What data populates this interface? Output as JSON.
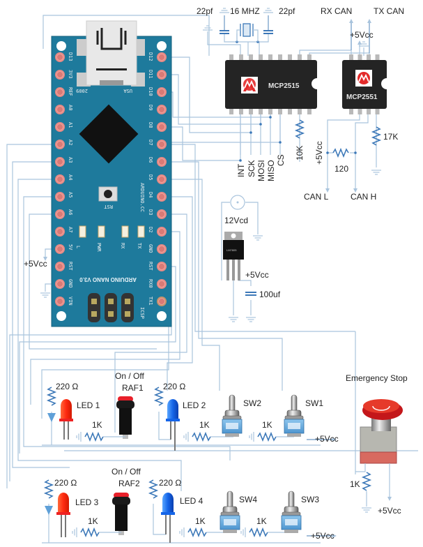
{
  "title": "Arduino Nano CAN bus control panel schematic",
  "arduino": {
    "name": "ARDUINO NANO V3.0",
    "brand_text": "ARDUINO.CC",
    "usb_text": "USA",
    "year_text": "2009",
    "rst_label": "RST",
    "icsp_label": "ICSP",
    "led_labels": [
      "L",
      "PWR",
      "RX",
      "TX"
    ],
    "left_pins": [
      "D13",
      "3V3",
      "REF",
      "A0",
      "A1",
      "A2",
      "A3",
      "A4",
      "A5",
      "A6",
      "A7",
      "5V",
      "RST",
      "GND",
      "VIN"
    ],
    "right_pins": [
      "D12",
      "D11",
      "D10",
      "D9",
      "D8",
      "D7",
      "D6",
      "D5",
      "D4",
      "D3",
      "D2",
      "GND",
      "RST",
      "RX0",
      "TX1"
    ],
    "board_color": "#1e7a9c",
    "pin_color": "#e88a85"
  },
  "oscillator": {
    "cap_left": "22pf",
    "crystal": "16 MHZ",
    "cap_right": "22pf"
  },
  "can_controller": {
    "chip": "MCP2515",
    "signals": [
      "INT",
      "SCK",
      "MOSI",
      "MISO",
      "CS"
    ],
    "pullup": "10K",
    "vcc": "+5Vcc"
  },
  "can_transceiver": {
    "chip": "MCP2551",
    "rx": "RX CAN",
    "tx": "TX CAN",
    "vcc": "+5Vcc",
    "termination": "120",
    "slope_resistor": "17K",
    "can_l": "CAN L",
    "can_h": "CAN H"
  },
  "power": {
    "input": "12Vcd",
    "regulator": "LM7805",
    "output": "+5Vcc",
    "capacitor": "100uf",
    "arduino_5v_label": "+5Vcc"
  },
  "row1": {
    "led1": {
      "res": "220 Ω",
      "label": "LED 1",
      "color": "red"
    },
    "button": {
      "title": "On / Off",
      "name": "RAF1",
      "pulldown": "1K"
    },
    "led2": {
      "res": "220 Ω",
      "label": "LED 2",
      "color": "blue"
    },
    "sw2": {
      "label": "SW2",
      "pulldown": "1K"
    },
    "sw1": {
      "label": "SW1",
      "pulldown": "1K"
    },
    "vcc": "+5Vcc"
  },
  "row2": {
    "led3": {
      "res": "220 Ω",
      "label": "LED 3",
      "color": "red"
    },
    "button": {
      "title": "On / Off",
      "name": "RAF2",
      "pulldown": "1K"
    },
    "led4": {
      "res": "220 Ω",
      "label": "LED 4",
      "color": "blue"
    },
    "sw4": {
      "label": "SW4",
      "pulldown": "1K"
    },
    "sw3": {
      "label": "SW3",
      "pulldown": "1K"
    },
    "vcc": "+5Vcc"
  },
  "estop": {
    "title": "Emergency Stop",
    "pulldown": "1K",
    "vcc": "+5Vcc"
  }
}
